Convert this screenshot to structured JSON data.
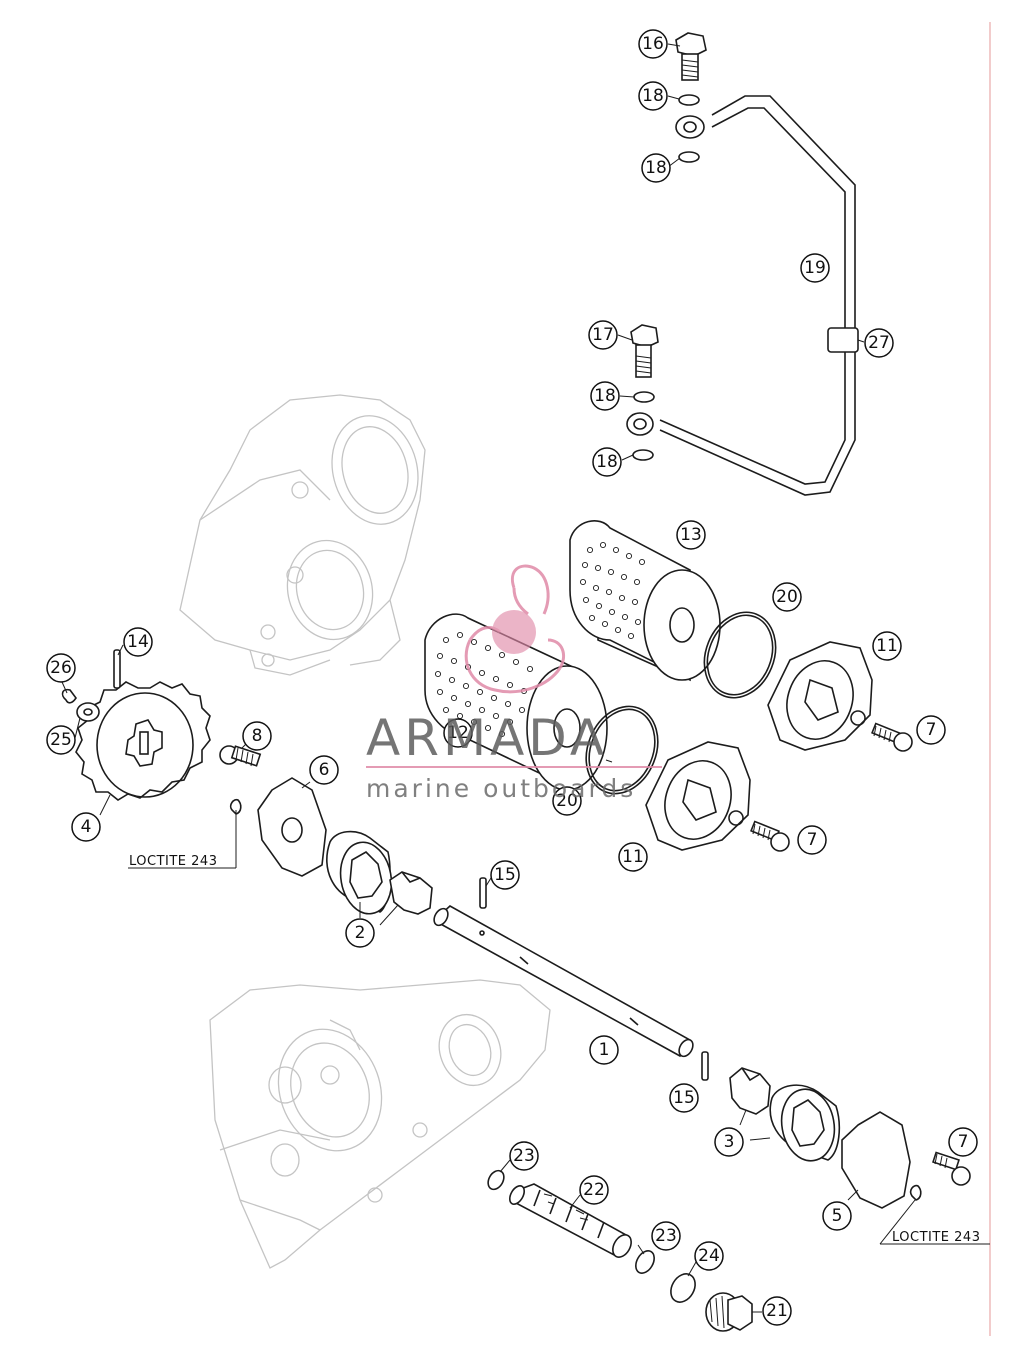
{
  "notes": {
    "loctite_left": "LOCTITE 243",
    "loctite_right": "LOCTITE 243"
  },
  "watermark": {
    "brand": "ARMADA",
    "tagline": "marine outboards",
    "color_pink": "#e08aa8",
    "color_gray": "#5d5d5d"
  },
  "callouts": [
    {
      "id": "c16",
      "label": "16"
    },
    {
      "id": "c18a",
      "label": "18"
    },
    {
      "id": "c18b",
      "label": "18"
    },
    {
      "id": "c19",
      "label": "19"
    },
    {
      "id": "c27",
      "label": "27"
    },
    {
      "id": "c17",
      "label": "17"
    },
    {
      "id": "c18c",
      "label": "18"
    },
    {
      "id": "c18d",
      "label": "18"
    },
    {
      "id": "c13",
      "label": "13"
    },
    {
      "id": "c20a",
      "label": "20"
    },
    {
      "id": "c11a",
      "label": "11"
    },
    {
      "id": "c7a",
      "label": "7"
    },
    {
      "id": "c12",
      "label": "12"
    },
    {
      "id": "c20b",
      "label": "20"
    },
    {
      "id": "c11b",
      "label": "11"
    },
    {
      "id": "c7b",
      "label": "7"
    },
    {
      "id": "c14",
      "label": "14"
    },
    {
      "id": "c26",
      "label": "26"
    },
    {
      "id": "c25",
      "label": "25"
    },
    {
      "id": "c4",
      "label": "4"
    },
    {
      "id": "c8",
      "label": "8"
    },
    {
      "id": "c6",
      "label": "6"
    },
    {
      "id": "c2",
      "label": "2"
    },
    {
      "id": "c15a",
      "label": "15"
    },
    {
      "id": "c1",
      "label": "1"
    },
    {
      "id": "c15b",
      "label": "15"
    },
    {
      "id": "c3",
      "label": "3"
    },
    {
      "id": "c7c",
      "label": "7"
    },
    {
      "id": "c5",
      "label": "5"
    },
    {
      "id": "c23a",
      "label": "23"
    },
    {
      "id": "c22",
      "label": "22"
    },
    {
      "id": "c23b",
      "label": "23"
    },
    {
      "id": "c24",
      "label": "24"
    },
    {
      "id": "c21",
      "label": "21"
    }
  ]
}
